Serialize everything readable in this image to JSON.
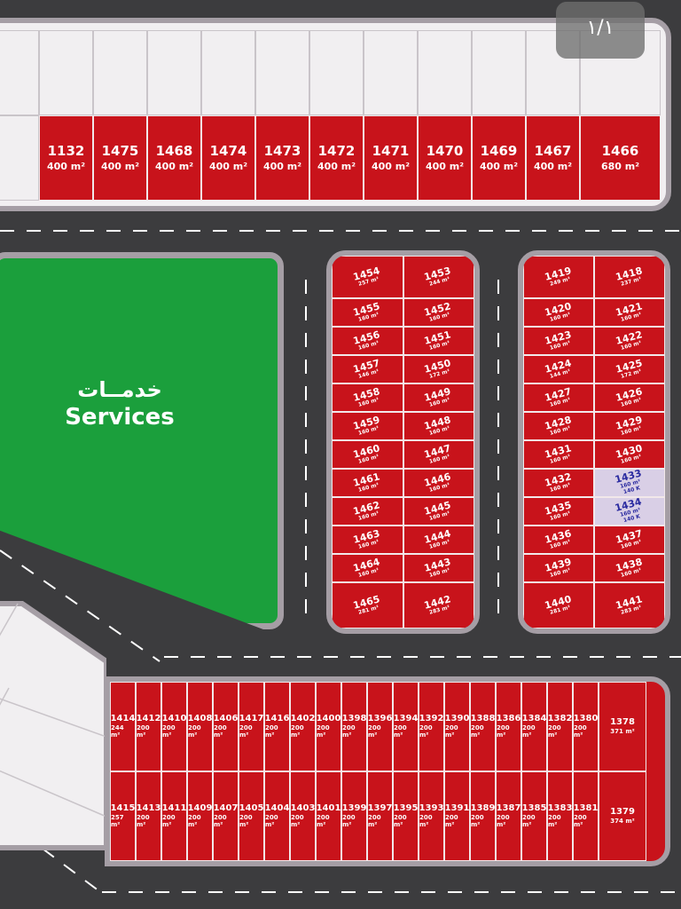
{
  "page_indicator": "١/١",
  "services": {
    "label_ar": "خدمــات",
    "label_en": "Services"
  },
  "colors": {
    "lot": "#c8131b",
    "services": "#1b9f3c",
    "road": "#3c3c3e",
    "border": "#a59ea5",
    "sold": "#d9cfe6"
  },
  "top_block": {
    "lots": [
      {
        "number": "1132",
        "area": "400 m²"
      },
      {
        "number": "1475",
        "area": "400 m²"
      },
      {
        "number": "1468",
        "area": "400 m²"
      },
      {
        "number": "1474",
        "area": "400 m²"
      },
      {
        "number": "1473",
        "area": "400 m²"
      },
      {
        "number": "1472",
        "area": "400 m²"
      },
      {
        "number": "1471",
        "area": "400 m²"
      },
      {
        "number": "1470",
        "area": "400 m²"
      },
      {
        "number": "1469",
        "area": "400 m²"
      },
      {
        "number": "1467",
        "area": "400 m²"
      },
      {
        "number": "1466",
        "area": "680 m²"
      }
    ]
  },
  "middle_block": {
    "rows": [
      [
        {
          "number": "1454",
          "area": "257 m²"
        },
        {
          "number": "1453",
          "area": "244 m²"
        }
      ],
      [
        {
          "number": "1455",
          "area": "160 m²"
        },
        {
          "number": "1452",
          "area": "160 m²"
        }
      ],
      [
        {
          "number": "1456",
          "area": "160 m²"
        },
        {
          "number": "1451",
          "area": "160 m²"
        }
      ],
      [
        {
          "number": "1457",
          "area": "146 m²"
        },
        {
          "number": "1450",
          "area": "172 m²"
        }
      ],
      [
        {
          "number": "1458",
          "area": "160 m²"
        },
        {
          "number": "1449",
          "area": "160 m²"
        }
      ],
      [
        {
          "number": "1459",
          "area": "160 m²"
        },
        {
          "number": "1448",
          "area": "160 m²"
        }
      ],
      [
        {
          "number": "1460",
          "area": "160 m²"
        },
        {
          "number": "1447",
          "area": "160 m²"
        }
      ],
      [
        {
          "number": "1461",
          "area": "160 m²"
        },
        {
          "number": "1446",
          "area": "160 m²"
        }
      ],
      [
        {
          "number": "1462",
          "area": "160 m²"
        },
        {
          "number": "1445",
          "area": "160 m²"
        }
      ],
      [
        {
          "number": "1463",
          "area": "160 m²"
        },
        {
          "number": "1444",
          "area": "160 m²"
        }
      ],
      [
        {
          "number": "1464",
          "area": "160 m²"
        },
        {
          "number": "1443",
          "area": "160 m²"
        }
      ],
      [
        {
          "number": "1465",
          "area": "281 m²"
        },
        {
          "number": "1442",
          "area": "283 m²"
        }
      ]
    ]
  },
  "right_block": {
    "rows": [
      [
        {
          "number": "1419",
          "area": "249 m²"
        },
        {
          "number": "1418",
          "area": "237 m²"
        }
      ],
      [
        {
          "number": "1420",
          "area": "160 m²"
        },
        {
          "number": "1421",
          "area": "160 m²"
        }
      ],
      [
        {
          "number": "1423",
          "area": "160 m²"
        },
        {
          "number": "1422",
          "area": "160 m²"
        }
      ],
      [
        {
          "number": "1424",
          "area": "144 m²"
        },
        {
          "number": "1425",
          "area": "172 m²"
        }
      ],
      [
        {
          "number": "1427",
          "area": "160 m²"
        },
        {
          "number": "1426",
          "area": "160 m²"
        }
      ],
      [
        {
          "number": "1428",
          "area": "160 m²"
        },
        {
          "number": "1429",
          "area": "160 m²"
        }
      ],
      [
        {
          "number": "1431",
          "area": "160 m²"
        },
        {
          "number": "1430",
          "area": "160 m²"
        }
      ],
      [
        {
          "number": "1432",
          "area": "160 m²"
        },
        {
          "number": "1433",
          "area": "160 m²",
          "extra": "140 K",
          "sold": true
        }
      ],
      [
        {
          "number": "1435",
          "area": "160 m²"
        },
        {
          "number": "1434",
          "area": "160 m²",
          "extra": "140 K",
          "sold": true
        }
      ],
      [
        {
          "number": "1436",
          "area": "160 m²"
        },
        {
          "number": "1437",
          "area": "160 m²"
        }
      ],
      [
        {
          "number": "1439",
          "area": "160 m²"
        },
        {
          "number": "1438",
          "area": "160 m²"
        }
      ],
      [
        {
          "number": "1440",
          "area": "281 m²"
        },
        {
          "number": "1441",
          "area": "283 m²"
        }
      ]
    ]
  },
  "bottom_block": {
    "row1": [
      {
        "number": "1414",
        "area": "244 m²"
      },
      {
        "number": "1412",
        "area": "200 m²"
      },
      {
        "number": "1410",
        "area": "200 m²"
      },
      {
        "number": "1408",
        "area": "200 m²"
      },
      {
        "number": "1406",
        "area": "200 m²"
      },
      {
        "number": "1417",
        "area": "200 m²"
      },
      {
        "number": "1416",
        "area": "200 m²"
      },
      {
        "number": "1402",
        "area": "200 m²"
      },
      {
        "number": "1400",
        "area": "200 m²"
      },
      {
        "number": "1398",
        "area": "200 m²"
      },
      {
        "number": "1396",
        "area": "200 m²"
      },
      {
        "number": "1394",
        "area": "200 m²"
      },
      {
        "number": "1392",
        "area": "200 m²"
      },
      {
        "number": "1390",
        "area": "200 m²"
      },
      {
        "number": "1388",
        "area": "200 m²"
      },
      {
        "number": "1386",
        "area": "200 m²"
      },
      {
        "number": "1384",
        "area": "200 m²"
      },
      {
        "number": "1382",
        "area": "200 m²"
      },
      {
        "number": "1380",
        "area": "200 m²"
      },
      {
        "number": "1378",
        "area": "371 m²"
      }
    ],
    "row2": [
      {
        "number": "1415",
        "area": "257 m²"
      },
      {
        "number": "1413",
        "area": "200 m²"
      },
      {
        "number": "1411",
        "area": "200 m²"
      },
      {
        "number": "1409",
        "area": "200 m²"
      },
      {
        "number": "1407",
        "area": "200 m²"
      },
      {
        "number": "1405",
        "area": "200 m²"
      },
      {
        "number": "1404",
        "area": "200 m²"
      },
      {
        "number": "1403",
        "area": "200 m²"
      },
      {
        "number": "1401",
        "area": "200 m²"
      },
      {
        "number": "1399",
        "area": "200 m²"
      },
      {
        "number": "1397",
        "area": "200 m²"
      },
      {
        "number": "1395",
        "area": "200 m²"
      },
      {
        "number": "1393",
        "area": "200 m²"
      },
      {
        "number": "1391",
        "area": "200 m²"
      },
      {
        "number": "1389",
        "area": "200 m²"
      },
      {
        "number": "1387",
        "area": "200 m²"
      },
      {
        "number": "1385",
        "area": "200 m²"
      },
      {
        "number": "1383",
        "area": "200 m²"
      },
      {
        "number": "1381",
        "area": "200 m²"
      },
      {
        "number": "1379",
        "area": "374 m²"
      }
    ]
  }
}
